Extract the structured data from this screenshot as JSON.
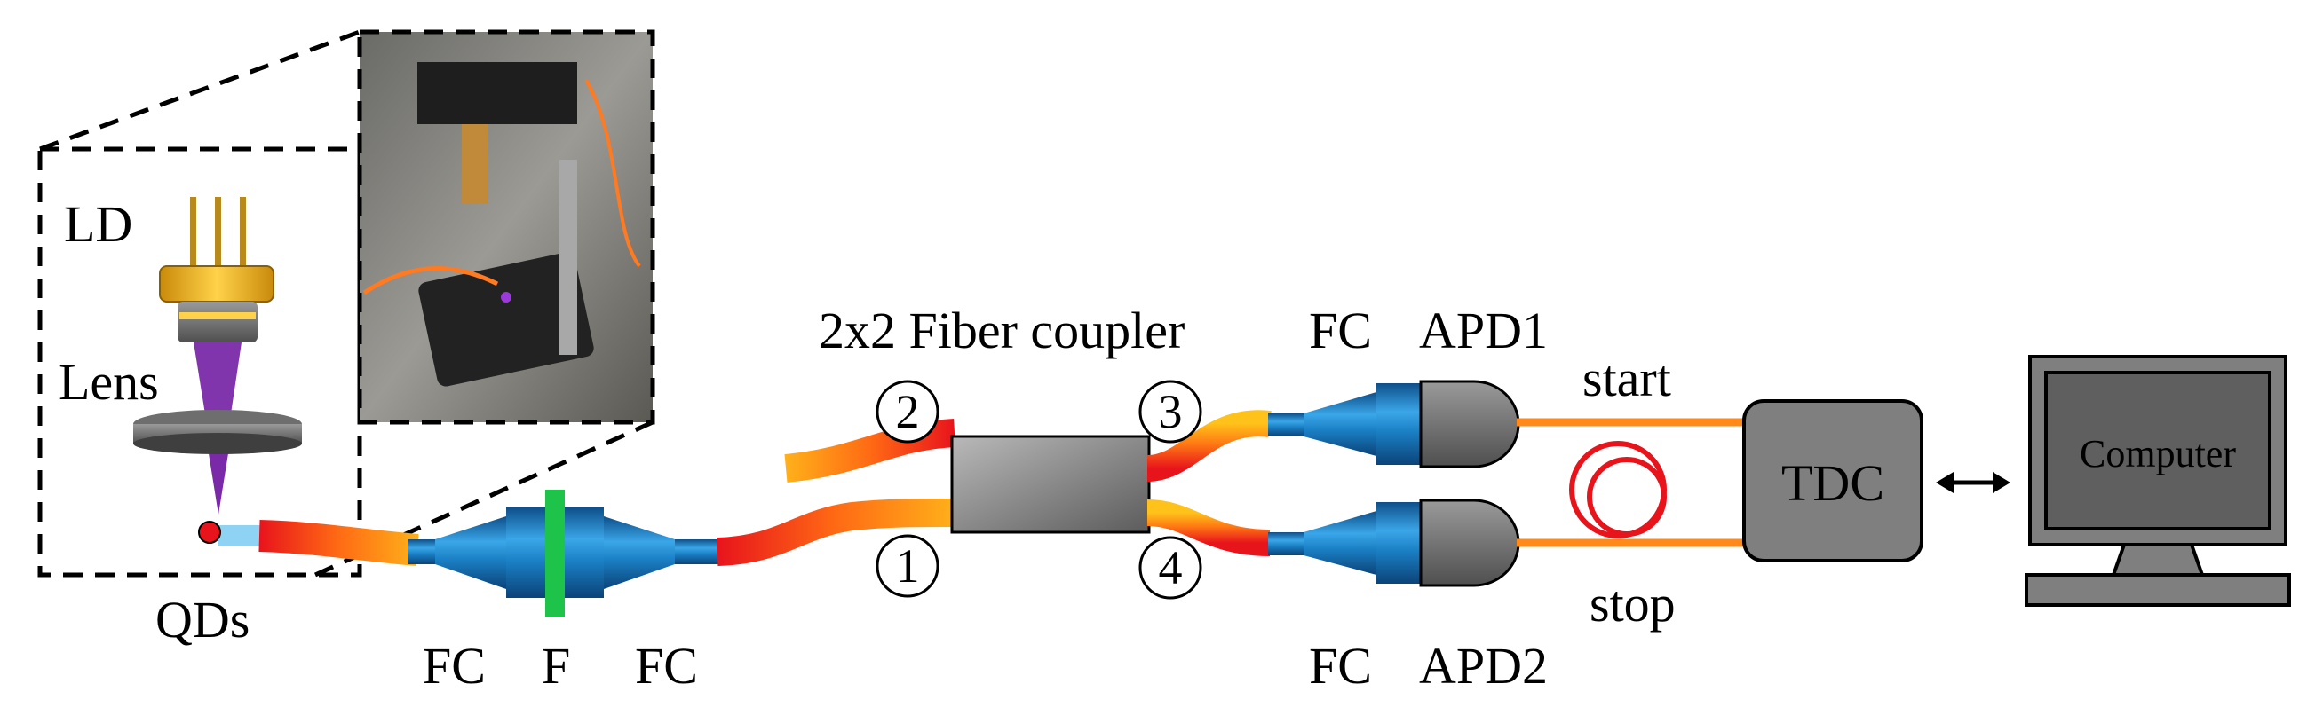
{
  "labels": {
    "ld": "LD",
    "lens": "Lens",
    "qds": "QDs",
    "fc_left_1": "FC",
    "filter": "F",
    "fc_left_2": "FC",
    "coupler_title": "2x2 Fiber coupler",
    "port_1": "1",
    "port_2": "2",
    "port_3": "3",
    "port_4": "4",
    "fc_top": "FC",
    "apd1": "APD1",
    "fc_bottom": "FC",
    "apd2": "APD2",
    "start": "start",
    "stop": "stop",
    "tdc": "TDC",
    "computer": "Computer"
  },
  "colors": {
    "fiber_orange": "#ff8a1a",
    "fiber_red": "#e8141c",
    "fiber_yellow": "#ffc21a",
    "collimator_blue": "#1a7fc4",
    "filter_green": "#1ec34a",
    "laser_violet": "#7a2aa8",
    "ld_gold": "#f2b21c",
    "coupler_gray": "#8a8a8a",
    "box_gray": "#7f7f7f",
    "delay_loop_red": "#e8141c",
    "cable_orange": "#ff8a1a",
    "cyan_fiber_tip": "#8fd3f4"
  },
  "icons": {
    "photo": "setup-photo-icon",
    "arrow": "bidirectional-arrow-icon",
    "computer": "computer-monitor-icon"
  }
}
